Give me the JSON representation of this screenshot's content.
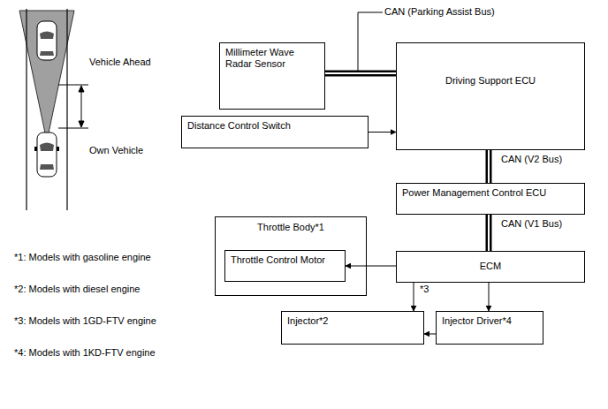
{
  "diagram": {
    "nodes": [
      {
        "text": [
          "Millimeter Wave Radar Sensor"
        ]
      },
      {
        "text": [
          "Driving Support ECU"
        ]
      },
      {
        "text": [
          "Distance Control Switch"
        ]
      },
      {
        "text": [
          "Power Management Control ECU"
        ]
      },
      {
        "text": [
          "Throttle Body*1"
        ]
      },
      {
        "text": [
          "Throttle Control Motor"
        ],
        "in": 4
      },
      {
        "text": [
          "ECM"
        ]
      },
      {
        "text": [
          "Injector*2"
        ]
      },
      {
        "text": [
          "Injector Driver*4"
        ]
      }
    ],
    "edges": [
      {
        "from": 0,
        "to": 1,
        "arrow": "none",
        "label": "CAN (Parking Assist Bus)"
      },
      {
        "from": 2,
        "to": 1,
        "arrow": "to"
      },
      {
        "from": 1,
        "to": 3,
        "arrow": "none",
        "label": "CAN (V2 Bus)"
      },
      {
        "from": 3,
        "to": 6,
        "arrow": "none",
        "label": "CAN (V1 Bus)"
      },
      {
        "from": 6,
        "to": 5,
        "arrow": "to"
      },
      {
        "from": 6,
        "to": 7,
        "arrow": "to",
        "label": "*3"
      },
      {
        "from": 6,
        "to": 8,
        "arrow": "to"
      },
      {
        "from": 8,
        "to": 7,
        "arrow": "to"
      }
    ],
    "labels": [
      "Vehicle Ahead",
      "Own Vehicle",
      "*1: Models with gasoline engine",
      "*2: Models with diesel engine",
      "*3: Models with 1GD-FTV engine",
      "*4: Models with 1KD-FTV engine"
    ]
  }
}
